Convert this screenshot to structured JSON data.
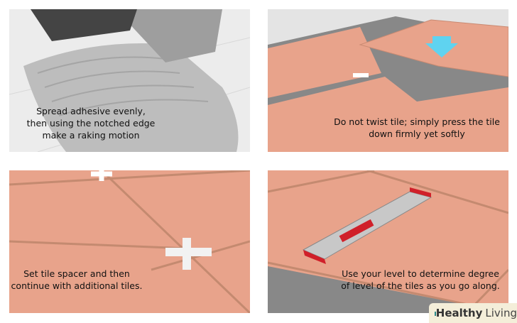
{
  "steps": [
    {
      "caption_lines": [
        "Spread adhesive evenly,",
        "then using the notched edge",
        "make a raking motion"
      ]
    },
    {
      "caption_lines": [
        "Do not twist tile; simply press the tile",
        "down firmly yet softly"
      ]
    },
    {
      "caption_lines": [
        "Set tile spacer and then",
        "continue with additional tiles."
      ]
    },
    {
      "caption_lines": [
        "Use your level to determine degree",
        "of level of the tiles as you go along."
      ]
    }
  ],
  "logo": {
    "brand_bold": "Healthy",
    "brand_light": "Living"
  },
  "colors": {
    "tile": "#e8a38b",
    "arrow": "#5fd3f0",
    "level": "#d0202a",
    "logo_bg": "#f4eed9"
  }
}
